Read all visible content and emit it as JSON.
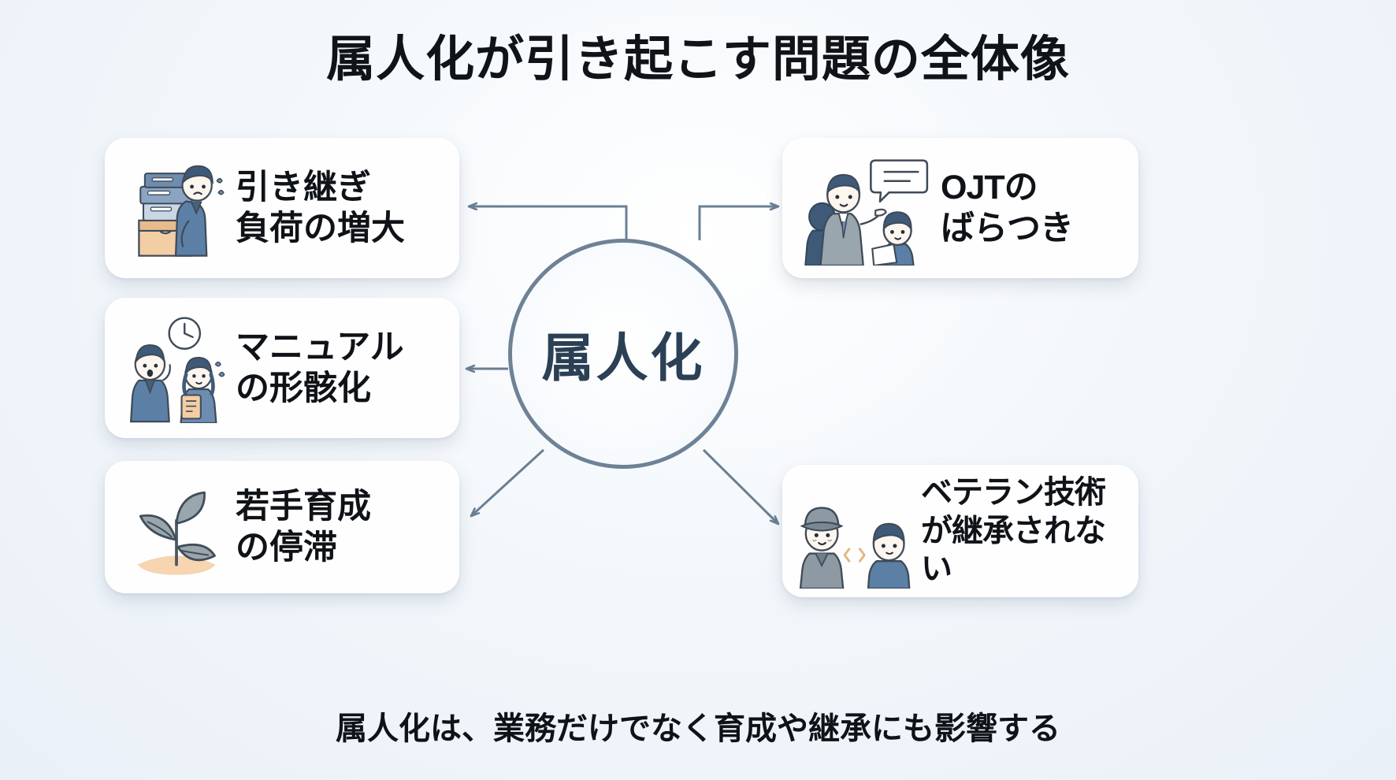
{
  "slide": {
    "title": "属人化が引き起こす問題の全体像",
    "caption": "属人化は、業務だけでなく育成や継承にも影響する",
    "background_color": "#eef4f9"
  },
  "center": {
    "label": "属人化",
    "shape": "circle",
    "border_color": "#6e8296",
    "text_color": "#2b4055"
  },
  "cards": [
    {
      "id": "handover",
      "side": "left",
      "icon": "person-carrying-file-boxes-icon",
      "text": "引き継ぎ\n負荷の増大",
      "line1": "引き継ぎ",
      "line2": "負荷の増大"
    },
    {
      "id": "manual",
      "side": "left",
      "icon": "two-workers-with-clock-icon",
      "text": "マニュアル\nの形骸化",
      "line1": "マニュアル",
      "line2": "の形骸化"
    },
    {
      "id": "youth",
      "side": "left",
      "icon": "sprout-plant-icon",
      "text": "若手育成\nの停滞",
      "line1": "若手育成",
      "line2": "の停滞"
    },
    {
      "id": "ojt",
      "side": "right",
      "icon": "instructor-speech-bubble-icon",
      "text": "OJTの\nばらつき",
      "line1": "OJTの",
      "line2": "ばらつき"
    },
    {
      "id": "veteran",
      "side": "right",
      "icon": "veteran-and-young-worker-icon",
      "text": "ベテラン技術\nが継承されない",
      "line1": "ベテラン技術",
      "line2": "が継承されない"
    }
  ],
  "connectors": {
    "stroke_color": "#6a7f93",
    "stroke_width": 3,
    "arrow_style": "open-arrowhead",
    "edges": [
      {
        "from": "center",
        "to": "handover",
        "type": "elbow",
        "direction": "up-left"
      },
      {
        "from": "center",
        "to": "manual",
        "type": "straight",
        "direction": "left"
      },
      {
        "from": "center",
        "to": "youth",
        "type": "diagonal",
        "direction": "down-left"
      },
      {
        "from": "center",
        "to": "ojt",
        "type": "elbow",
        "direction": "up-right"
      },
      {
        "from": "center",
        "to": "veteran",
        "type": "diagonal",
        "direction": "down-right"
      }
    ]
  },
  "colors": {
    "accent_navy": "#2b4055",
    "connector": "#6a7f93",
    "card_surface": "#fefefe",
    "illus_blue": "#6d8cb0",
    "illus_dark_blue": "#3f5a79",
    "illus_tan": "#f0c9a0",
    "illus_gray": "#9aa6ae"
  }
}
